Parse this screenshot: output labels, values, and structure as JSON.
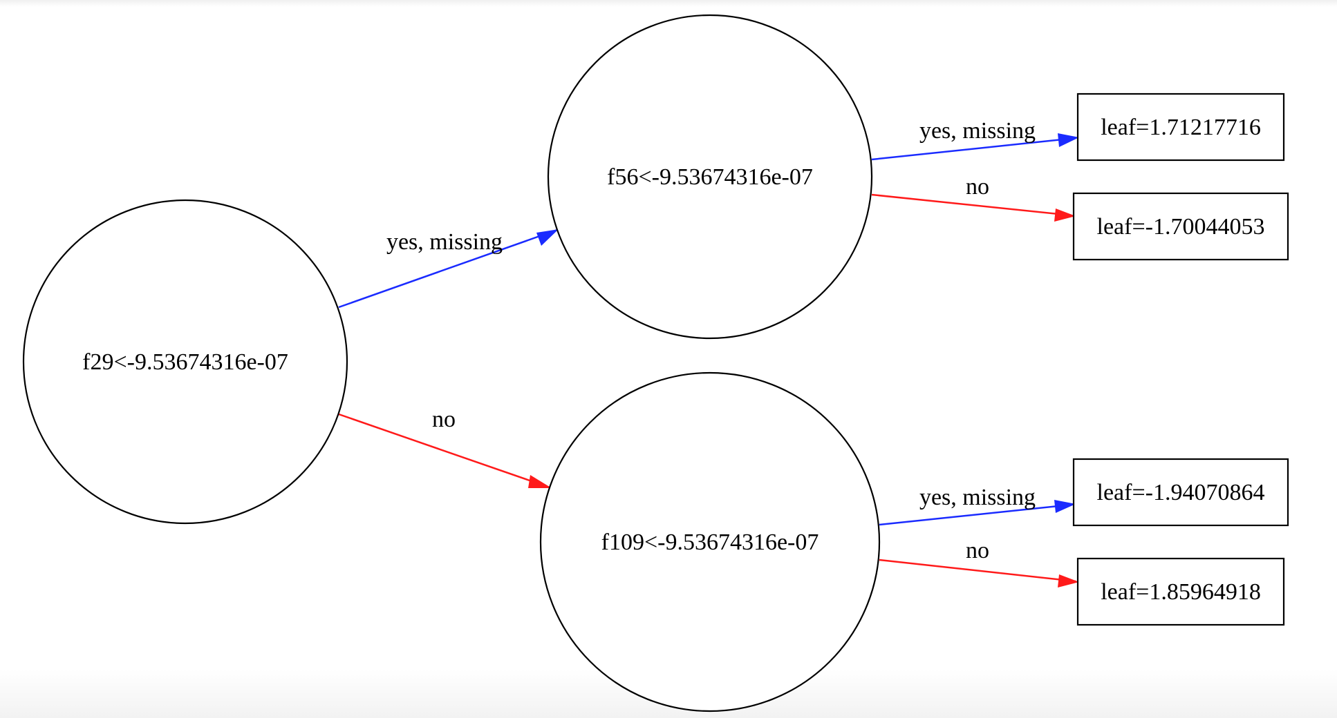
{
  "tree": {
    "nodes": [
      {
        "id": "root",
        "shape": "circle",
        "label": "f29<-9.53674316e-07"
      },
      {
        "id": "left",
        "shape": "circle",
        "label": "f56<-9.53674316e-07"
      },
      {
        "id": "right",
        "shape": "circle",
        "label": "f109<-9.53674316e-07"
      },
      {
        "id": "leaf1",
        "shape": "box",
        "label": "leaf=1.71217716"
      },
      {
        "id": "leaf2",
        "shape": "box",
        "label": "leaf=-1.70044053"
      },
      {
        "id": "leaf3",
        "shape": "box",
        "label": "leaf=-1.94070864"
      },
      {
        "id": "leaf4",
        "shape": "box",
        "label": "leaf=1.85964918"
      }
    ],
    "edges": [
      {
        "from": "root",
        "to": "left",
        "label": "yes, missing",
        "color": "#0000ff"
      },
      {
        "from": "root",
        "to": "right",
        "label": "no",
        "color": "#ff0000"
      },
      {
        "from": "left",
        "to": "leaf1",
        "label": "yes, missing",
        "color": "#0000ff"
      },
      {
        "from": "left",
        "to": "leaf2",
        "label": "no",
        "color": "#ff0000"
      },
      {
        "from": "right",
        "to": "leaf3",
        "label": "yes, missing",
        "color": "#0000ff"
      },
      {
        "from": "right",
        "to": "leaf4",
        "label": "no",
        "color": "#ff0000"
      }
    ]
  },
  "colors": {
    "yes_edge": "#0000ff",
    "no_edge": "#ff0000",
    "stroke": "#000000"
  }
}
